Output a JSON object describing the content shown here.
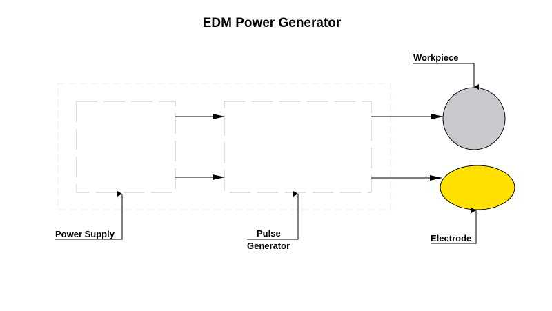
{
  "title": "EDM Power Generator",
  "labels": {
    "power_supply": "Power Supply",
    "pulse_line1": "Pulse",
    "pulse_line2": "Generator",
    "workpiece": "Workpiece",
    "electrode": "Electrode"
  },
  "colors": {
    "workpiece_fill": "#c8c9cc",
    "electrode_fill": "#ffe000",
    "outline": "#000000",
    "box_dash": "#bfbfbf",
    "outer_dash": "#f0f0d8"
  }
}
